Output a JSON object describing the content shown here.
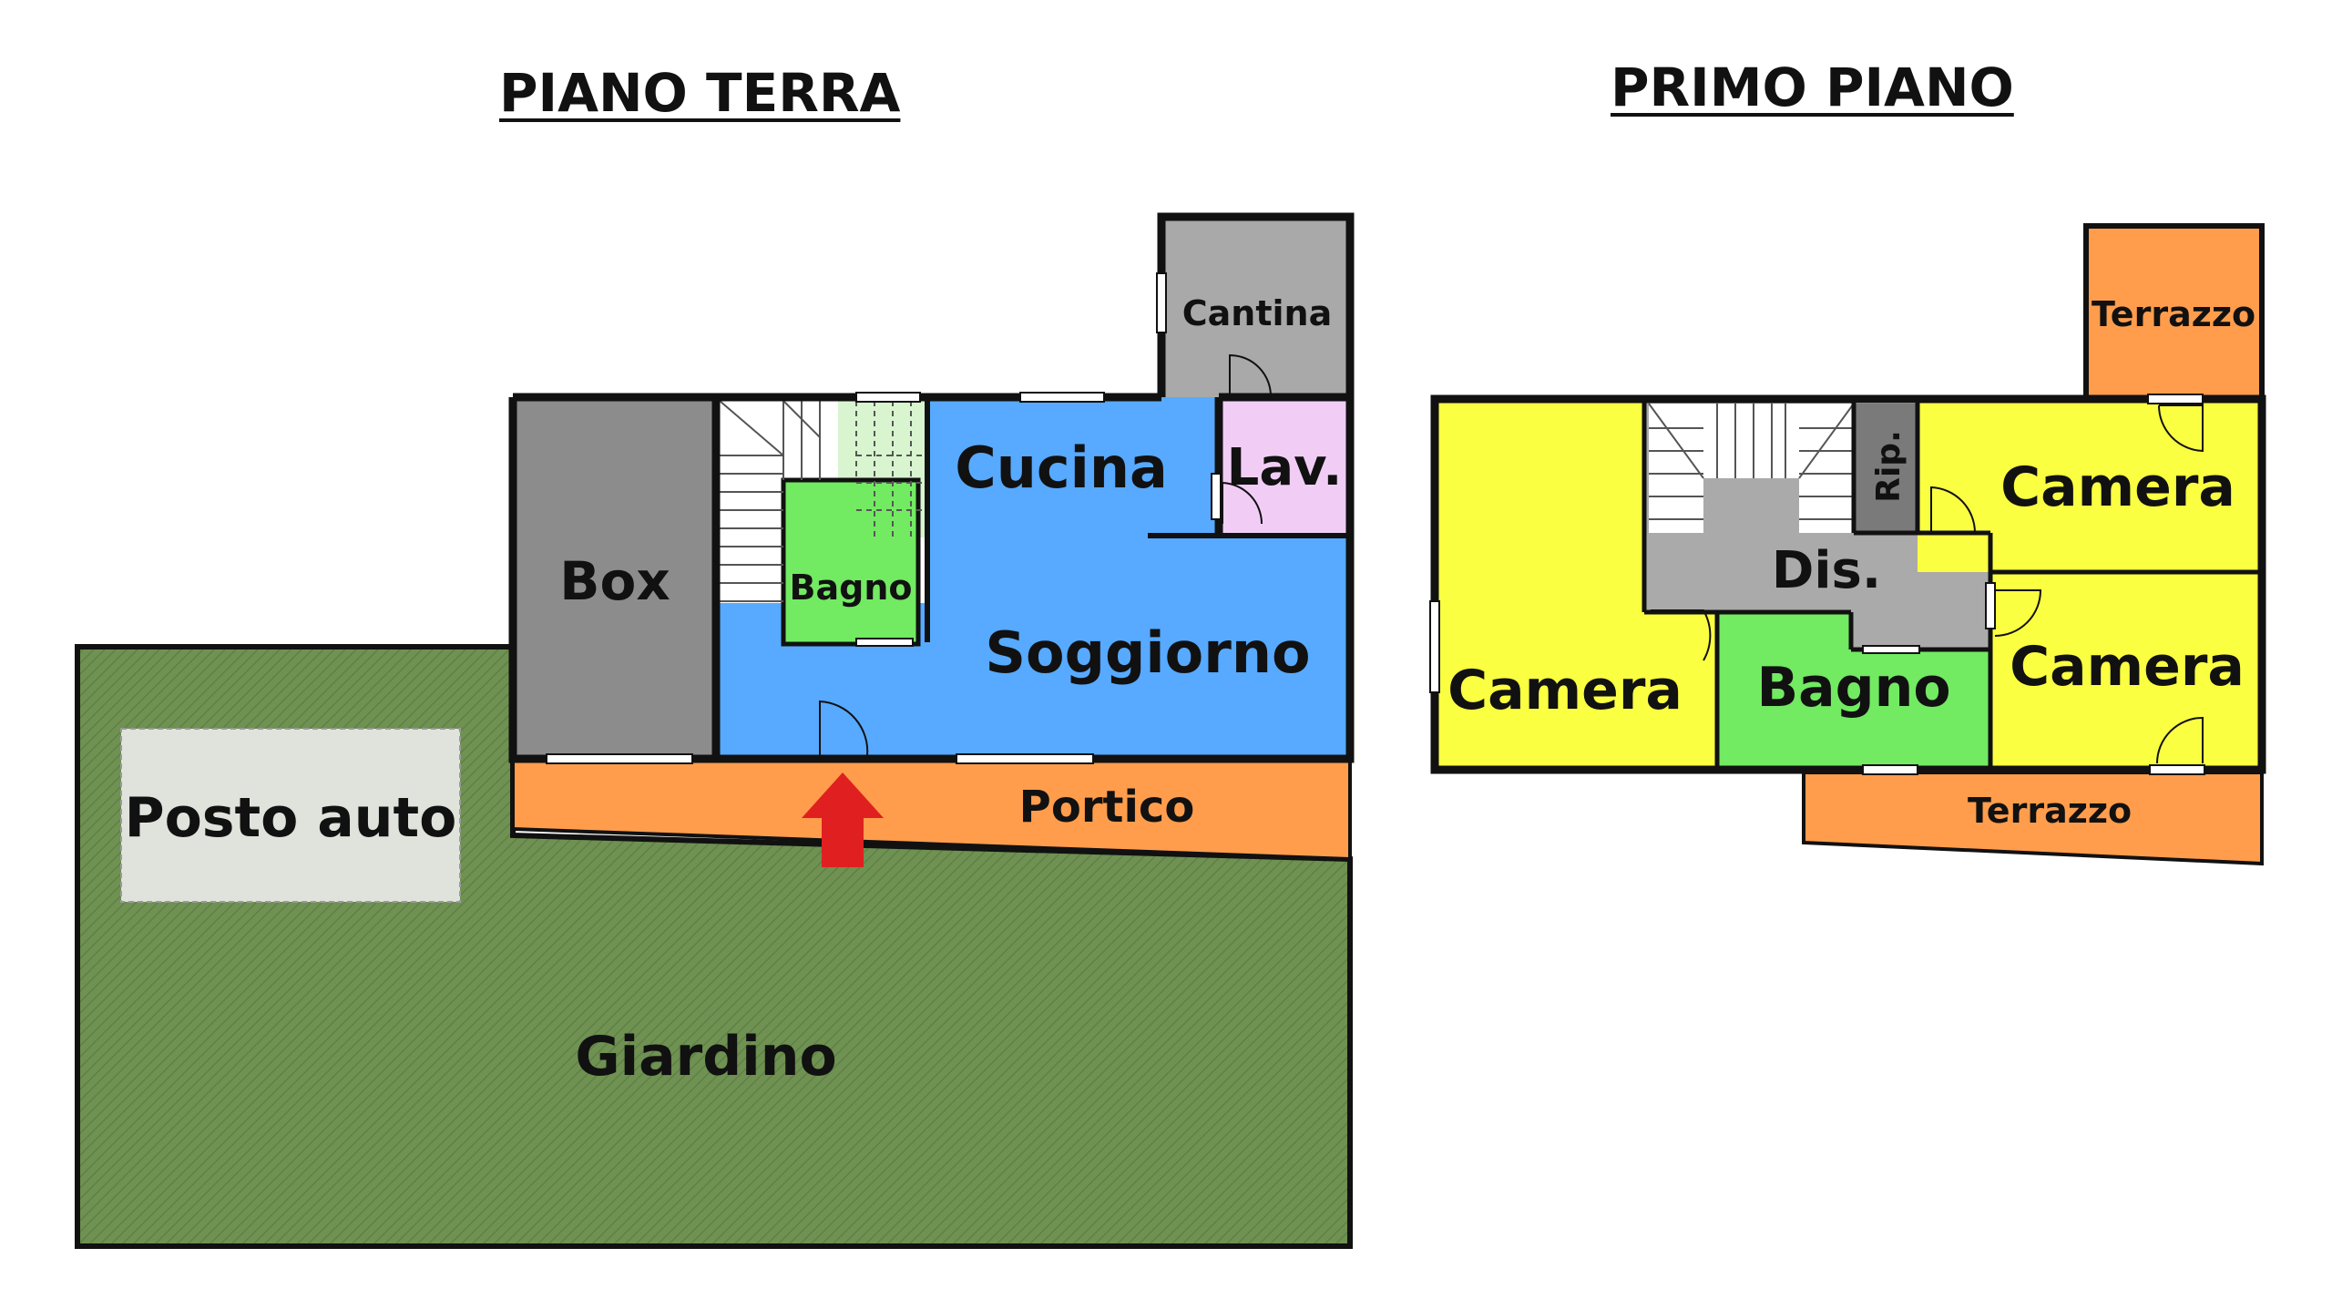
{
  "floors": {
    "ground": {
      "title": "PIANO TERRA",
      "rooms": {
        "cantina": "Cantina",
        "lavanderia": "Lav.",
        "cucina": "Cucina",
        "box": "Box",
        "bagno": "Bagno",
        "soggiorno": "Soggiorno",
        "posto_auto": "Posto auto",
        "portico": "Portico",
        "giardino": "Giardino"
      }
    },
    "first": {
      "title": "PRIMO PIANO",
      "rooms": {
        "terrazzo_top": "Terrazzo",
        "ripostiglio": "Rip.",
        "camera_top_right": "Camera",
        "disimpegno": "Dis.",
        "camera_left": "Camera",
        "bagno": "Bagno",
        "camera_bottom_right": "Camera",
        "terrazzo_bottom": "Terrazzo"
      }
    }
  },
  "colors": {
    "wall": "#111111",
    "garden": "#6f9152",
    "parking": "#dfe3dc",
    "box": "#8c8c8c",
    "cantina": "#a9a9a9",
    "living": "#57aaff",
    "bath": "#72ea62",
    "laundry": "#f1cdf6",
    "portico": "#ff9d4d",
    "bedroom": "#fbff42",
    "corridor": "#aaaaaa",
    "entrance_arrow": "#e02020"
  },
  "icons": {
    "entrance": "red-up-arrow-icon",
    "stairs": "staircase-icon"
  }
}
